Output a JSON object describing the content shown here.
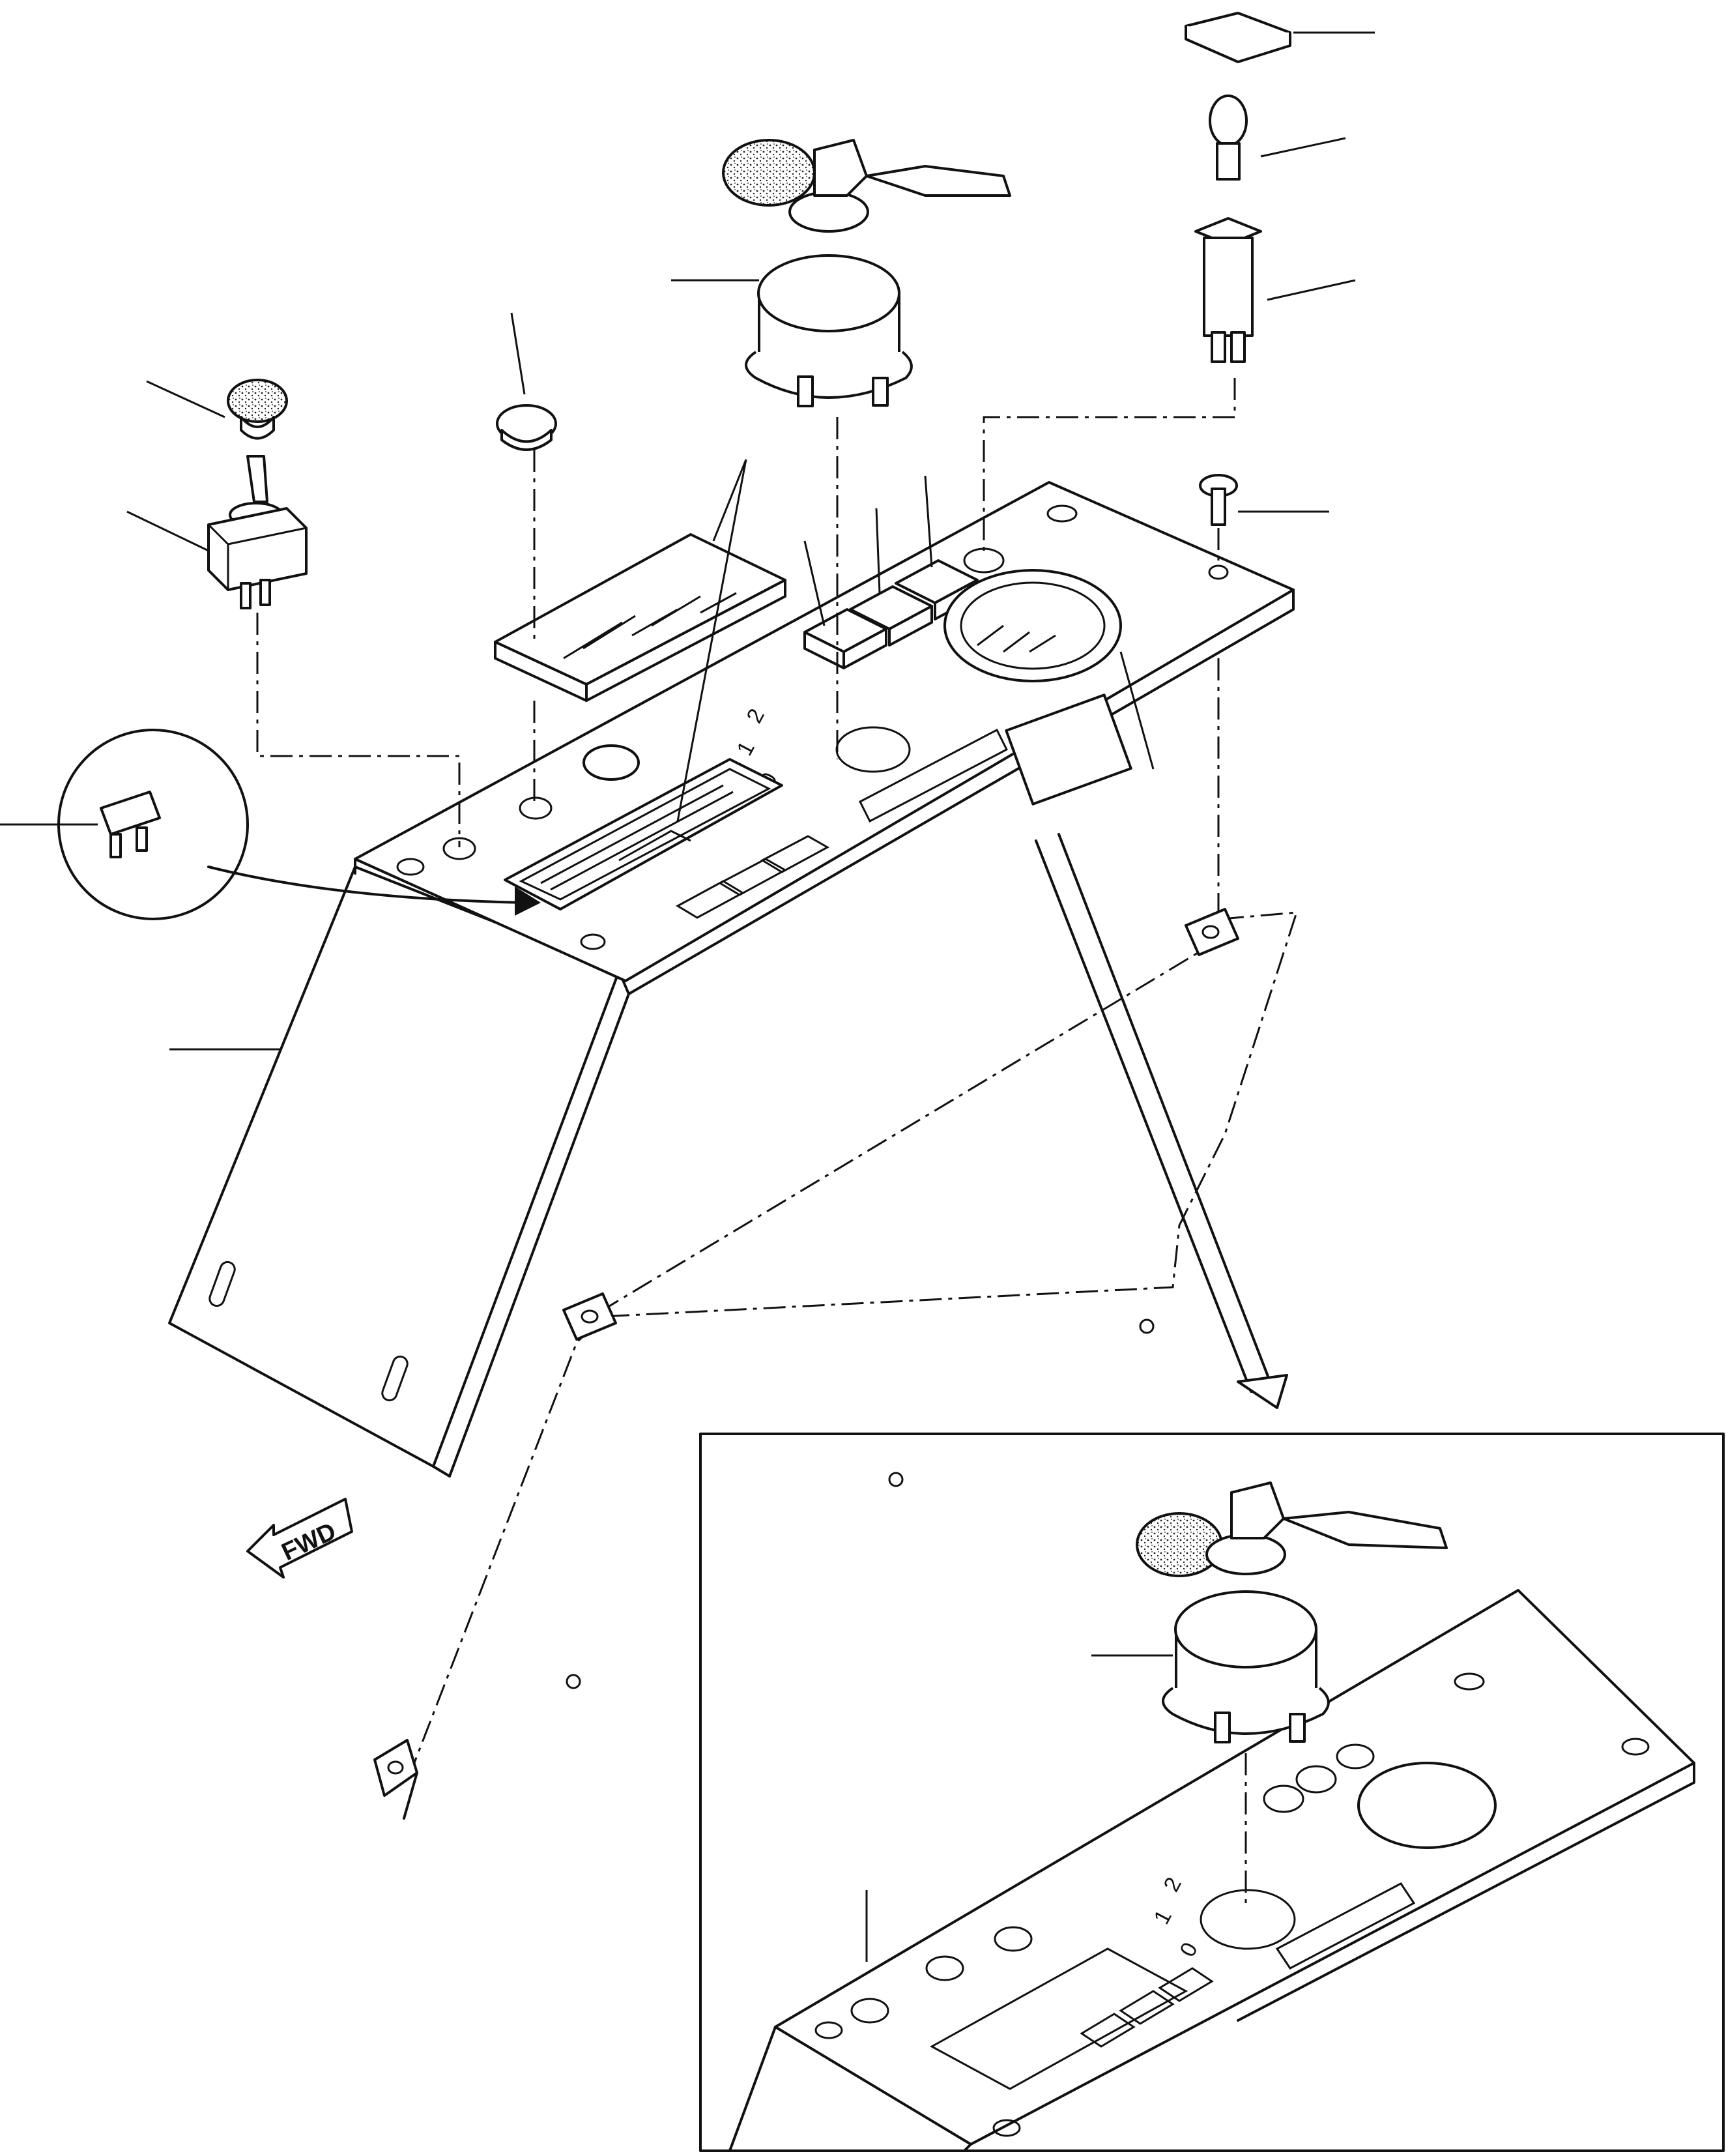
{
  "diagram": {
    "fwd_label": "FWD",
    "switch_positions": [
      "2",
      "1",
      "0"
    ],
    "inset_switch_positions": [
      "2",
      "1",
      "0"
    ]
  }
}
